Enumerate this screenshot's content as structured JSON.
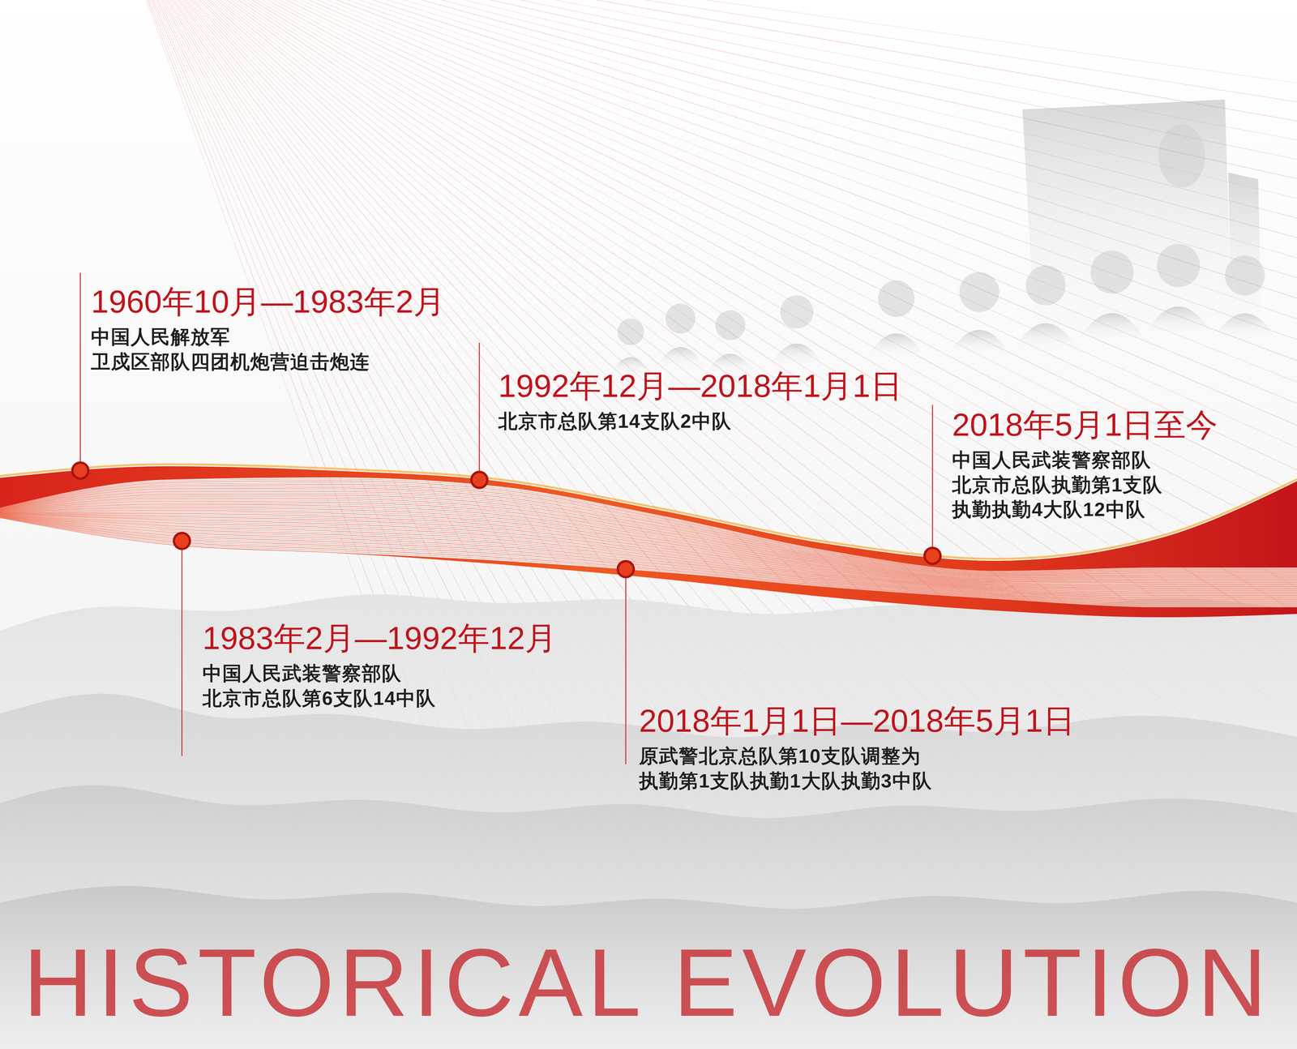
{
  "diagram": {
    "title": "HISTORICAL EVOLUTION",
    "nodes": [
      {
        "text": [
          "1960年10月—1983年2月",
          "中国人民解放军 卫戍区部队四团机炮营迫击炮连"
        ]
      },
      {
        "text": [
          "1983年2月—1992年12月",
          "中国人民武装警察部队 北京市总队第6支队14中队"
        ]
      },
      {
        "text": [
          "1992年12月—2018年1月1日",
          "北京市总队第14支队2中队"
        ]
      },
      {
        "text": [
          "2018年1月1日—2018年5月1日",
          "原武警北京总队第10支队调整为 执勤第1支队执勤1大队执勤3中队"
        ]
      },
      {
        "text": [
          "2018年5月1日至今",
          "中国人民武装警察部队 北京市总队执勤第1支队 执勤执勤4大队12中队"
        ]
      }
    ]
  }
}
